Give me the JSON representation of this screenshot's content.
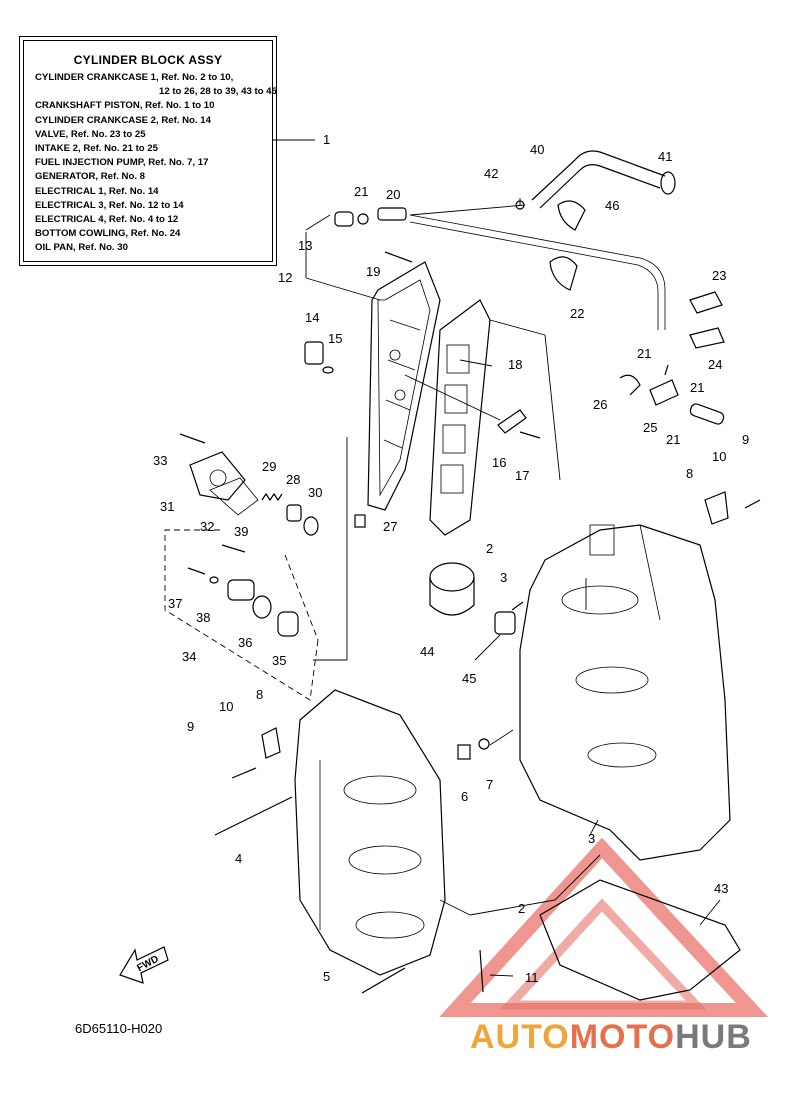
{
  "legend": {
    "title": "CYLINDER BLOCK ASSY",
    "lines": [
      "CYLINDER CRANKCASE 1,  Ref. No. 2 to 10,",
      "12 to 26, 28 to 39, 43 to 45",
      "CRANKSHAFT PISTON,  Ref. No. 1 to 10",
      "CYLINDER  CRANKCASE 2,  Ref. No. 14",
      "VALVE,  Ref. No. 23 to 25",
      "INTAKE 2,  Ref. No. 21 to 25",
      "FUEL INJECTION PUMP,  Ref. No. 7, 17",
      "GENERATOR,  Ref. No. 8",
      "ELECTRICAL 1,  Ref. No. 14",
      "ELECTRICAL 3,  Ref. No. 12 to 14",
      "ELECTRICAL 4,  Ref. No. 4 to 12",
      "BOTTOM COWLING,  Ref. No. 24",
      "OIL PAN,  Ref. No. 30"
    ]
  },
  "callouts": {
    "c1": "1",
    "c2a": "2",
    "c2b": "2",
    "c3a": "3",
    "c3b": "3",
    "c4": "4",
    "c5": "5",
    "c6": "6",
    "c7": "7",
    "c8a": "8",
    "c8b": "8",
    "c9a": "9",
    "c9b": "9",
    "c10a": "10",
    "c10b": "10",
    "c11": "11",
    "c12": "12",
    "c13": "13",
    "c14": "14",
    "c15": "15",
    "c16": "16",
    "c17": "17",
    "c18": "18",
    "c19": "19",
    "c20": "20",
    "c21a": "21",
    "c21b": "21",
    "c21c": "21",
    "c21d": "21",
    "c22": "22",
    "c23": "23",
    "c24": "24",
    "c25": "25",
    "c26": "26",
    "c27": "27",
    "c28": "28",
    "c29": "29",
    "c30": "30",
    "c31": "31",
    "c32": "32",
    "c33": "33",
    "c34": "34",
    "c35": "35",
    "c36": "36",
    "c37": "37",
    "c38": "38",
    "c39": "39",
    "c40": "40",
    "c41": "41",
    "c42": "42",
    "c43": "43",
    "c44": "44",
    "c45": "45",
    "c46": "46"
  },
  "fwd_label": "FWD",
  "drawing_code": "6D65110-H020",
  "watermark": {
    "part1": "AUTO",
    "part2": "MOTO",
    "part3": "HUB",
    "colors": {
      "auto": "#f0a53a",
      "moto": "#e6704b",
      "hub": "#7a7a7a"
    }
  }
}
